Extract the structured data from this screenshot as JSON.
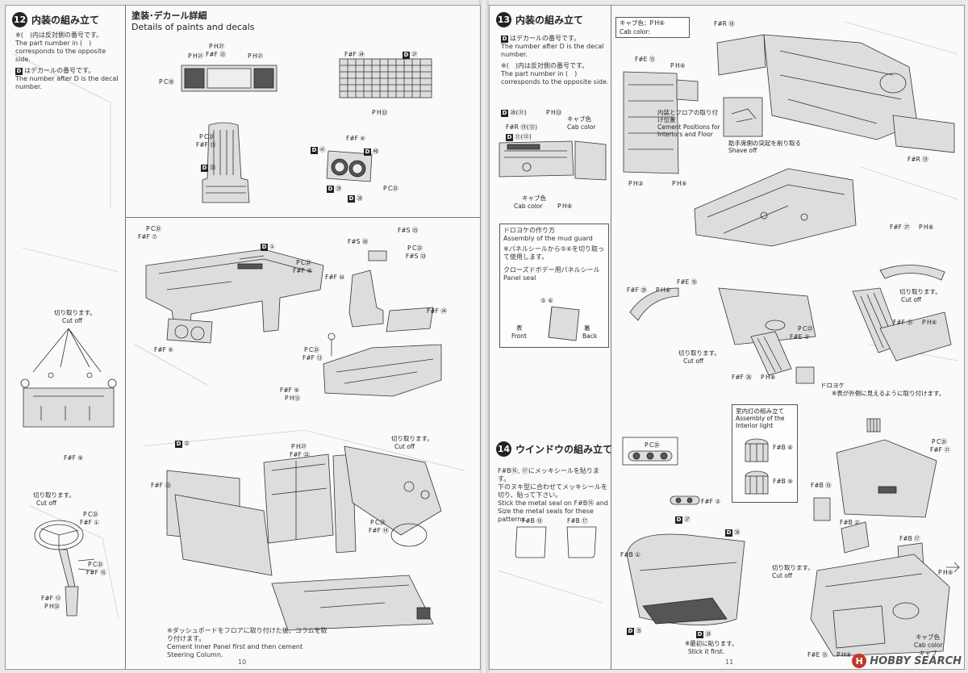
{
  "left": {
    "step12": {
      "num": "12",
      "title": "内装の組み立て"
    },
    "notes": {
      "paren_jp": "※(　)内は反対側の番号です。",
      "paren_en": "The part number in (　) corresponds to the opposite side.",
      "decal_mark": "D",
      "decal_jp": "はデカールの番号です。",
      "decal_en": "The number after D is the decal number."
    },
    "paints": {
      "title_jp": "塗装･デカール詳細",
      "title_en": "Details of paints and decals"
    },
    "labels": {
      "pn27_a": "P H㉗",
      "ff23": "F#F ㉓",
      "pn21_a": "P H㉑",
      "pn21_b": "P H㉑",
      "pc26": "P C㉖",
      "ff24": "F#F ㉔",
      "d27": "㉗",
      "pn33": "P H㉝",
      "pc32_a": "P C㉜",
      "ff15": "F#F ⑮",
      "d33": "㉝",
      "ff4_a": "F#F ④",
      "d41": "㊶",
      "d40": "㊵",
      "d39": "㊴",
      "d38": "㊳",
      "pc32_b": "P C㉜",
      "pc32_c": "P C㉜",
      "ff7": "F#F ⑦",
      "d1": "①",
      "pc32_d": "P C㉜",
      "ff8": "F#F ⑧",
      "ff4_b": "F#F ④",
      "ff10": "F#F ⑩",
      "pc32_e": "P C㉜",
      "ff13": "F#F ⑬",
      "fs25": "F#S ㉕",
      "fs26": "F#S ㉖",
      "pc32_f": "P C㉜",
      "fs23": "F#S ㉓",
      "ff24_b": "F#F ㉔",
      "ff9_b": "F#F ⑨",
      "pn13": "P H⑬",
      "cutoff_jp_a": "切り取ります。",
      "cutoff_en_a": "Cut off",
      "cutoff_jp_b": "切り取ります。",
      "cutoff_en_b": "Cut off",
      "cutoff_jp_c": "切り取ります。",
      "cutoff_en_c": "Cut off",
      "ff9": "F#F ⑨",
      "pc32_g": "P C㉜",
      "ff1": "F#F ①",
      "pc32_h": "P C㉜",
      "ff16": "F#F ⑯",
      "ff12": "F#F ⑫",
      "pn32": "P H㉜",
      "d2": "②",
      "ff23_b": "F#F ㉓",
      "pn27_b": "P H㉗",
      "ff22": "F#F ㉒",
      "pc32_i": "P C㉜",
      "ff14": "F#F ⑭",
      "dash_note_jp": "※ダッシュボードをフロアに取り付けた後、コラムを取り付けます。",
      "dash_note_en": "Cement Inner Panel first and then cement Steering Column."
    },
    "page_number": "10"
  },
  "right": {
    "step13": {
      "num": "13",
      "title": "内装の組み立て"
    },
    "notes": {
      "decal_mark": "D",
      "decal_jp": "はデカールの番号です。",
      "decal_en": "The number after D is the decal number.",
      "paren_jp": "※(　)内は反対側の番号です。",
      "paren_en": "The part number in (　) corresponds to the opposite side."
    },
    "cab_color_box": {
      "jp": "キャブ色：P H⑧",
      "en": "Cab color:"
    },
    "labels": {
      "d20_21": "⑳(㉑)",
      "pn33": "P H㉝",
      "cab_jp_a": "キャブ色",
      "cab_en_a": "Cab color",
      "fr19_13": "F#R ⑲(⑬)",
      "d11_12": "⑪(⑫)",
      "cab_jp_b": "キャブ色",
      "cab_en_b": "Cab color",
      "pn8_a": "P H⑧",
      "fr18": "F#R ⑱",
      "fe15": "F#E ⑮",
      "pn9_a": "P H⑨",
      "interior_jp": "内装とフロアの取り付け位置",
      "interior_en": "Cement Positions for Interiors and Floor",
      "shave_jp": "助手席側の突起を削り取る",
      "shave_en": "Shave off",
      "pn3": "P H③",
      "pn9_b": "P H⑨",
      "fr19": "F#R ⑲",
      "ff27": "F#F ㉗",
      "pn8_b": "P H⑧",
      "ff30": "F#F ㉚",
      "pn8_c": "P H⑧",
      "fe16": "F#E ⑯",
      "cutoff_jp_a": "切り取ります。",
      "cutoff_en_a": "Cut off",
      "pc22": "P C㉒",
      "fe3": "F#E ③",
      "ff31": "F#F ㉛",
      "pn8_d": "P H⑧",
      "cutoff_jp_b": "切り取ります。",
      "cutoff_en_b": "Cut off",
      "ff26": "F#F ㉖",
      "pn8_e": "P H⑧",
      "doroyoke": "ドロヨケ",
      "doroyoke_note": "※表が外側に見えるように取り付けます。",
      "light_jp": "室内灯の組み立て",
      "light_en": "Assembly of the Interior light",
      "fb8": "F#B ⑧",
      "fb9": "F#B ⑨",
      "pc32": "P C㉜",
      "ff21": "F#F ㉑",
      "pc32_b": "P C㉜",
      "ff3": "F#F ③",
      "d37": "㊲",
      "d36": "㊱",
      "fb1": "F#B ①",
      "fb16": "F#B ⑯",
      "fb2": "F#B ②",
      "fb17": "F#B ⑰",
      "cutoff_jp_c": "切り取ります。",
      "cutoff_en_c": "Cut off",
      "pn9_c": "P H⑨",
      "d35": "㉟",
      "d34": "㉞",
      "stick_jp": "※最初に貼ります。",
      "stick_en": "Stick it first.",
      "cab_jp_c": "キャブ色",
      "cab_en_c": "Cab color",
      "cab_jp_d": "キャブ",
      "fe15_b": "F#E ⑮",
      "pn8_f": "P H⑧"
    },
    "mudguard": {
      "jp_title": "ドロヨケの作り方",
      "en_title": "Assembly of the mud guard",
      "note_jp": "※パネルシールから⑤⑥を切り取って使用します。",
      "panel_jp": "クローズドボデー用パネルシール",
      "panel_en": "Panel seal",
      "nums": "⑤ ⑥",
      "front_jp": "表",
      "front_en": "Front",
      "back_jp": "裏",
      "back_en": "Back"
    },
    "step14": {
      "num": "14",
      "title": "ウインドウの組み立て",
      "note_jp1": "F#B⑯, ⑰にメッキシールを貼ります。",
      "note_jp2": "下のヌキ型に合わせてメッキシールを切り、貼って下さい。",
      "note_en": "Stick the metal seal on F#B⑯ and Size the metal seals for these patterns.",
      "fb16": "F#B ⑯",
      "fb17": "F#B ⑰"
    },
    "page_number": "11"
  },
  "watermark": {
    "logo": "H",
    "text": "HOBBY SEARCH"
  }
}
